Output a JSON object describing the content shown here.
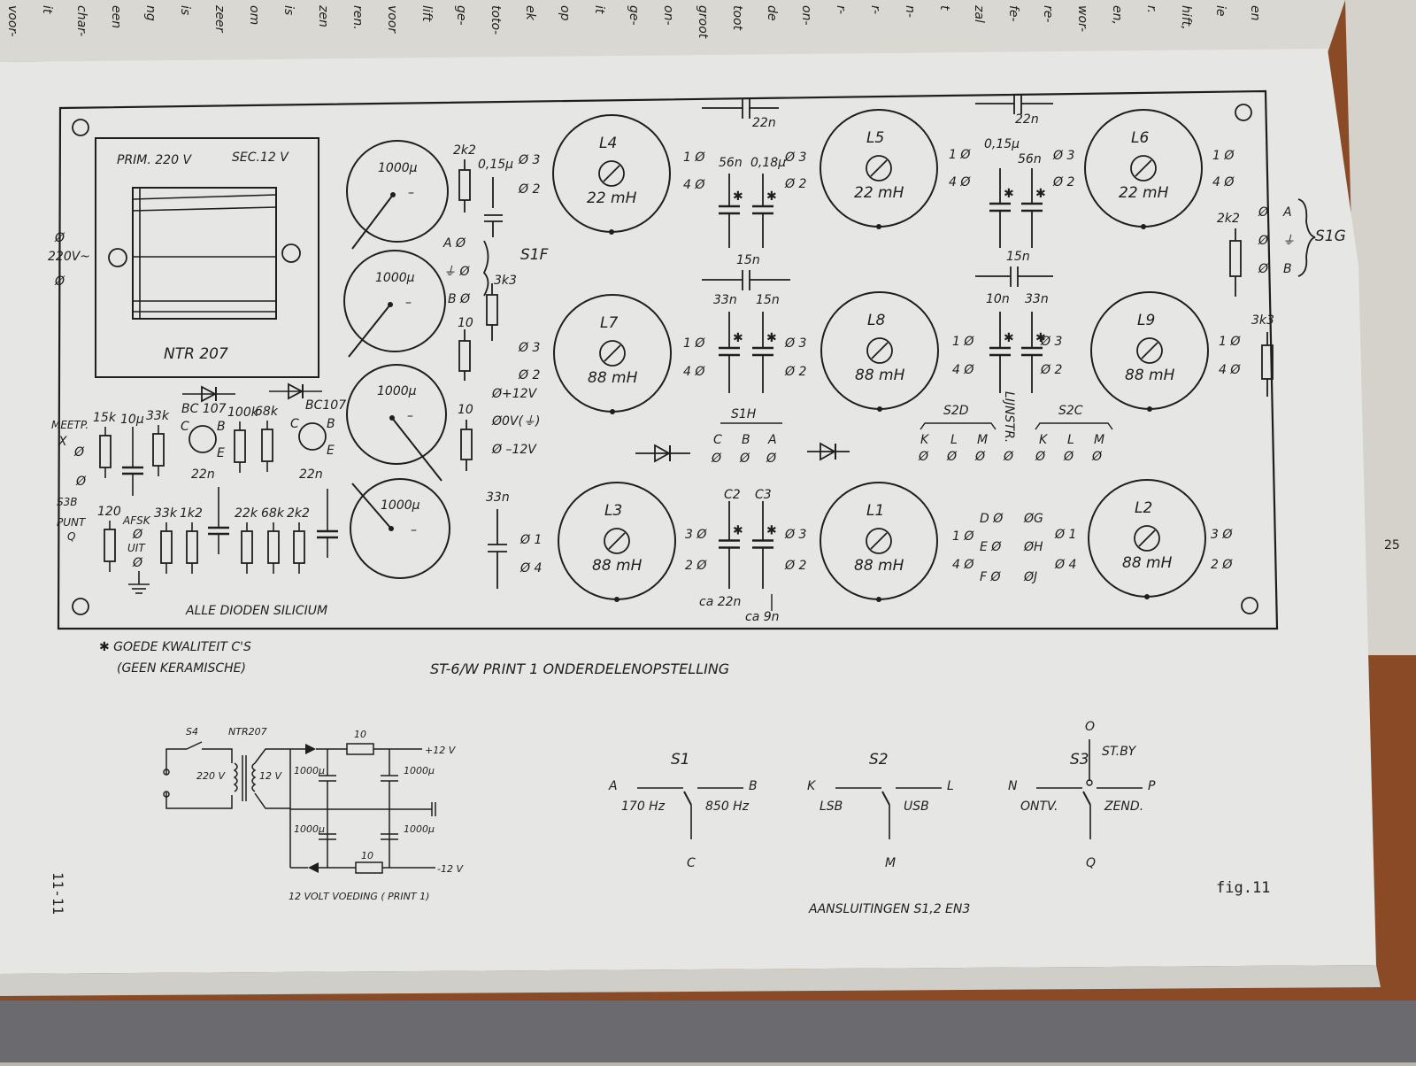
{
  "background": {
    "desk": "#8a4a26",
    "paper": "#e6e6e4",
    "ink": "#1e1e1e"
  },
  "topPageFragments": [
    "voor-",
    "it",
    "char-",
    "een",
    "ng",
    "is",
    "zeer",
    "om",
    "is",
    "zen",
    "ren.",
    "voor",
    "lift",
    "ge-",
    "toto-",
    "ek",
    "op",
    "it",
    "ge-",
    "on-",
    "groot",
    "toot",
    "de",
    "on-",
    "r-",
    "r-",
    "n-",
    "t",
    "zal",
    "fe-",
    "re-",
    "wor-",
    "en,",
    "r.",
    "hift,",
    "ie",
    "en"
  ],
  "board": {
    "transformer": {
      "prim": "PRIM. 220 V",
      "sec": "SEC.12 V",
      "type": "NTR 207"
    },
    "mains": {
      "top": "Ø",
      "label": "220V~",
      "bottom": "Ø"
    },
    "electrolytics": [
      "1000µ",
      "1000µ",
      "1000µ",
      "1000µ"
    ],
    "coils": [
      {
        "name": "L4",
        "value": "22 mH"
      },
      {
        "name": "L5",
        "value": "22 mH"
      },
      {
        "name": "L6",
        "value": "22 mH"
      },
      {
        "name": "L7",
        "value": "88 mH"
      },
      {
        "name": "L8",
        "value": "88 mH"
      },
      {
        "name": "L9",
        "value": "88 mH"
      },
      {
        "name": "L3",
        "value": "88 mH"
      },
      {
        "name": "L1",
        "value": "88 mH"
      },
      {
        "name": "L2",
        "value": "88 mH"
      }
    ],
    "s1f": {
      "label": "S1F",
      "a": "A Ø",
      "gnd": "⏚ Ø",
      "b": "B Ø"
    },
    "s1g": {
      "label": "S1G",
      "a": "A",
      "b": "B"
    },
    "s1h": {
      "label": "S1H",
      "c": "C",
      "b": "B",
      "a": "A"
    },
    "s2d": {
      "label": "S2D",
      "k": "K",
      "l": "L",
      "m": "M"
    },
    "s2c": {
      "label": "S2C",
      "k": "K",
      "l": "L",
      "m": "M"
    },
    "linstr": "LIJNSTR.",
    "terminals": {
      "t1": "1 Ø",
      "t4": "4 Ø",
      "t3": "Ø 3",
      "t2": "Ø 2",
      "r3": "3 Ø",
      "r2": "2 Ø",
      "o1": "Ø 1",
      "o4": "Ø 4",
      "pwrPos": "Ø+12V",
      "pwr0": "Ø0V(⏚)",
      "pwrNeg": "Ø –12V",
      "pin": "Ø"
    },
    "topCaps": {
      "a": "22n",
      "b": "22n"
    },
    "caps": {
      "c015": "0,15µ",
      "c2k2": "2k2",
      "c3k3": "3k3",
      "r10a": "10",
      "r10b": "10",
      "c33n": "33n",
      "c56n": "56n",
      "c018": "0,18µ",
      "c015b": "0,15µ",
      "c56nb": "56n",
      "c15n": "15n",
      "c33n2": "33n",
      "c15n2": "15n",
      "c15n3": "15n",
      "c10n": "10n",
      "c33n3": "33n",
      "s1g2k2": "2k2",
      "r3k3": "3k3",
      "c2": "C2",
      "c3": "C3",
      "ca22": "ca 22n",
      "ca9": "ca 9n"
    },
    "s2dTerms": {
      "d": "D Ø",
      "e": "E Ø",
      "f": "F Ø",
      "g": "ØG",
      "h": "ØH",
      "j": "ØJ"
    },
    "lowerLeft": {
      "meet": "MEETP.",
      "x": "X",
      "s3b": "S3B",
      "punt": "PUNT",
      "q": "Q",
      "afsk": "AFSK",
      "uit": "UIT",
      "r15k": "15k",
      "c10u": "10µ",
      "r33k": "33k",
      "bc1": "BC 107",
      "r100k": "100k",
      "r68k": "68k",
      "bc2": "BC107",
      "r120": "120",
      "r33k2": "33k",
      "r1k2": "1k2",
      "c22n": "22n",
      "r22k": "22k",
      "r68k2": "68k",
      "r2k2": "2k2",
      "c22n2": "22n",
      "c": "C",
      "b": "B",
      "e": "E"
    },
    "footer": "ALLE DIODEN SILICIUM"
  },
  "notes": {
    "line1": "✱ GOEDE KWALITEIT C'S",
    "line2": "(GEEN KERAMISCHE)"
  },
  "title": "ST-6/W PRINT 1  ONDERDELENOPSTELLING",
  "psu": {
    "s4": "S4",
    "ntr": "NTR207",
    "v220": "220 V",
    "v12": "12 V",
    "r10": "10",
    "plus": "+12 V",
    "cap1": "1000µ",
    "cap2": "1000µ",
    "cap3": "1000µ",
    "cap4": "1000µ",
    "r10b": "10",
    "minus": "-12 V",
    "caption": "12 VOLT VOEDING ( PRINT 1)"
  },
  "switches": {
    "s1": {
      "name": "S1",
      "a": "A",
      "b": "B",
      "c": "C",
      "l": "170 Hz",
      "r": "850 Hz"
    },
    "s2": {
      "name": "S2",
      "a": "K",
      "b": "L",
      "c": "M",
      "l": "LSB",
      "r": "USB"
    },
    "s3": {
      "name": "S3",
      "o": "O",
      "stby": "ST.BY",
      "a": "N",
      "b": "P",
      "c": "Q",
      "l": "ONTV.",
      "r": "ZEND."
    }
  },
  "connCaption": "AANSLUITINGEN  S1,2 EN3",
  "figLabel": "fig.11",
  "pageNumber": "11-11",
  "rightPageNumber": "25"
}
